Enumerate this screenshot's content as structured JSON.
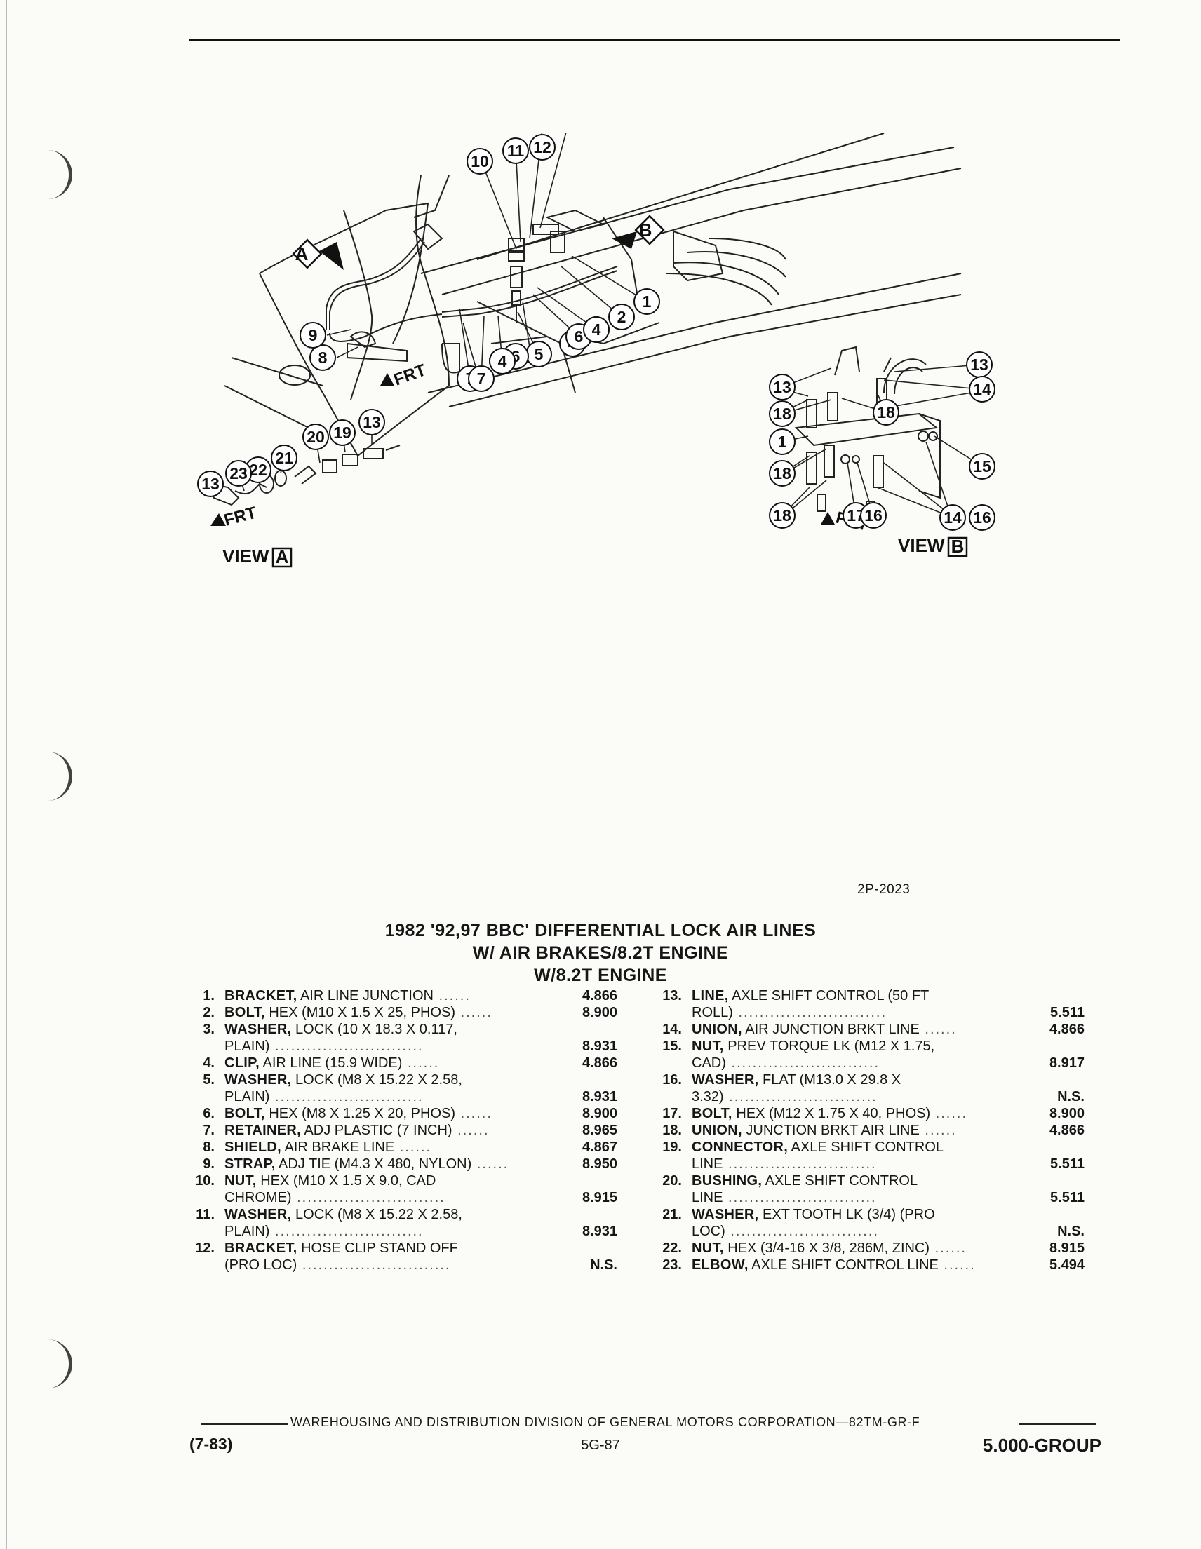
{
  "diagram": {
    "callouts": [
      "1",
      "2",
      "3",
      "4",
      "5",
      "6",
      "7",
      "8",
      "9",
      "10",
      "11",
      "12",
      "13",
      "14",
      "15",
      "16",
      "17",
      "18",
      "19",
      "20",
      "21",
      "22",
      "23"
    ],
    "view_a_label": "VIEW",
    "view_a_box": "A",
    "view_b_label": "VIEW",
    "view_b_box": "B",
    "frt": "FRT",
    "arrow_a": "A",
    "arrow_b": "B"
  },
  "figure_number": "2P-2023",
  "title": {
    "line1": "1982 '92,97 BBC' DIFFERENTIAL LOCK AIR LINES",
    "line2": "W/ AIR BRAKES/8.2T ENGINE",
    "line3": "W/8.2T ENGINE"
  },
  "parts_left": [
    {
      "num": "1.",
      "name": "BRACKET,",
      "spec": " AIR LINE JUNCTION",
      "spec2": "",
      "part": "4.866"
    },
    {
      "num": "2.",
      "name": "BOLT,",
      "spec": " HEX (M10 X 1.5 X 25, PHOS)",
      "spec2": "",
      "part": "8.900"
    },
    {
      "num": "3.",
      "name": "WASHER,",
      "spec": " LOCK (10 X 18.3 X 0.117,",
      "spec2": "PLAIN)",
      "part": "8.931"
    },
    {
      "num": "4.",
      "name": "CLIP,",
      "spec": " AIR LINE (15.9 WIDE)",
      "spec2": "",
      "part": "4.866"
    },
    {
      "num": "5.",
      "name": "WASHER,",
      "spec": " LOCK (M8 X 15.22 X 2.58,",
      "spec2": "PLAIN)",
      "part": "8.931"
    },
    {
      "num": "6.",
      "name": "BOLT,",
      "spec": " HEX (M8 X 1.25 X 20, PHOS)",
      "spec2": "",
      "part": "8.900"
    },
    {
      "num": "7.",
      "name": "RETAINER,",
      "spec": " ADJ PLASTIC (7 INCH)",
      "spec2": "",
      "part": "8.965"
    },
    {
      "num": "8.",
      "name": "SHIELD,",
      "spec": " AIR BRAKE LINE",
      "spec2": "",
      "part": "4.867"
    },
    {
      "num": "9.",
      "name": "STRAP,",
      "spec": " ADJ TIE (M4.3 X 480, NYLON)",
      "spec2": "",
      "part": "8.950"
    },
    {
      "num": "10.",
      "name": "NUT,",
      "spec": " HEX (M10 X 1.5 X 9.0, CAD",
      "spec2": "CHROME)",
      "part": "8.915"
    },
    {
      "num": "11.",
      "name": "WASHER,",
      "spec": " LOCK (M8 X 15.22 X 2.58,",
      "spec2": "PLAIN)",
      "part": "8.931"
    },
    {
      "num": "12.",
      "name": "BRACKET,",
      "spec": " HOSE CLIP STAND OFF",
      "spec2": "(PRO LOC)",
      "part": "N.S."
    }
  ],
  "parts_right": [
    {
      "num": "13.",
      "name": "LINE,",
      "spec": " AXLE SHIFT CONTROL (50 FT",
      "spec2": "ROLL)",
      "part": "5.511"
    },
    {
      "num": "14.",
      "name": "UNION,",
      "spec": " AIR JUNCTION BRKT LINE",
      "spec2": "",
      "part": "4.866"
    },
    {
      "num": "15.",
      "name": "NUT,",
      "spec": " PREV TORQUE LK (M12 X 1.75,",
      "spec2": "CAD)",
      "part": "8.917"
    },
    {
      "num": "16.",
      "name": "WASHER,",
      "spec": " FLAT (M13.0 X 29.8 X",
      "spec2": "3.32)",
      "part": "N.S."
    },
    {
      "num": "17.",
      "name": "BOLT,",
      "spec": " HEX (M12 X 1.75 X 40, PHOS)",
      "spec2": "",
      "part": "8.900"
    },
    {
      "num": "18.",
      "name": "UNION,",
      "spec": " JUNCTION BRKT AIR LINE",
      "spec2": "",
      "part": "4.866"
    },
    {
      "num": "19.",
      "name": "CONNECTOR,",
      "spec": " AXLE SHIFT CONTROL",
      "spec2": "LINE",
      "part": "5.511"
    },
    {
      "num": "20.",
      "name": "BUSHING,",
      "spec": " AXLE SHIFT CONTROL",
      "spec2": "LINE",
      "part": "5.511"
    },
    {
      "num": "21.",
      "name": "WASHER,",
      "spec": " EXT TOOTH LK (3/4) (PRO",
      "spec2": "LOC)",
      "part": "N.S."
    },
    {
      "num": "22.",
      "name": "NUT,",
      "spec": " HEX (3/4-16 X 3/8, 286M, ZINC)",
      "spec2": "",
      "part": "8.915"
    },
    {
      "num": "23.",
      "name": "ELBOW,",
      "spec": " AXLE SHIFT CONTROL LINE",
      "spec2": "",
      "part": "5.494"
    }
  ],
  "footer": {
    "division": "WAREHOUSING AND DISTRIBUTION DIVISION OF GENERAL MOTORS CORPORATION—82TM-GR-F",
    "date": "(7-83)",
    "page": "5G-87",
    "group": "5.000-GROUP"
  }
}
